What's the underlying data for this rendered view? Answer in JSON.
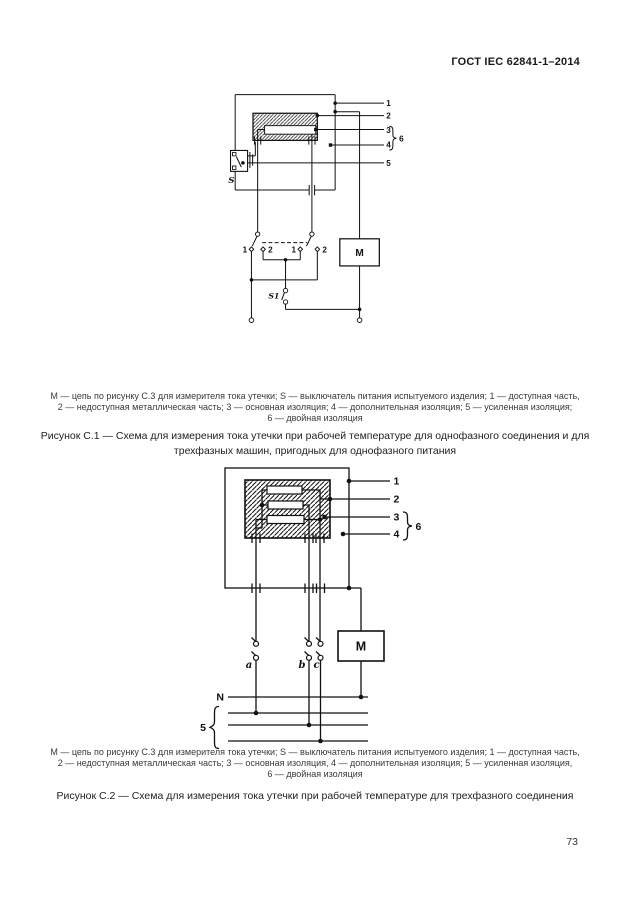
{
  "page": {
    "header": "ГОСТ IEC 62841-1–2014",
    "number": "73"
  },
  "figure1": {
    "part_labels": [
      "1",
      "2",
      "3",
      "4",
      "5"
    ],
    "brace_label": "6",
    "supply_switch_label": "S",
    "test_switch_label": "S1",
    "meter_label": "M",
    "selector_positions": [
      "1",
      "2",
      "1",
      "2"
    ],
    "legend_lines": [
      "М — цепь по рисунку С.3 для измерителя тока утечки; S — выключатель питания испытуемого изделия; 1 — доступная часть,",
      "2 — недоступная металлическая часть; 3 — основная изоляция; 4 — дополнительная изоляция; 5 — усиленная изоляция;",
      "6 — двойная изоляция"
    ],
    "title_lines": [
      "Рисунок С.1 — Схема для измерения тока утечки при рабочей температуре для однофазного соединения и для",
      "трехфазных машин, пригодных для однофазного питания"
    ]
  },
  "figure2": {
    "part_labels": [
      "1",
      "2",
      "3",
      "4"
    ],
    "brace_label": "6",
    "phase_labels": [
      "a",
      "b",
      "c"
    ],
    "neutral_label": "N",
    "supply_group_label": "5",
    "meter_label": "M",
    "legend_lines": [
      "М — цепь по рисунку С.3 для измерителя тока утечки; S — выключатель питания испытуемого изделия; 1 — доступная часть,",
      "2 — недоступная металлическая часть; 3 — основная изоляция, 4 — дополнительная изоляция; 5 — усиленная изоляция,",
      "6 — двойная изоляция"
    ],
    "title_lines": [
      "Рисунок С.2 — Схема для измерения тока утечки при рабочей температуре для трехфазного соединения"
    ]
  }
}
